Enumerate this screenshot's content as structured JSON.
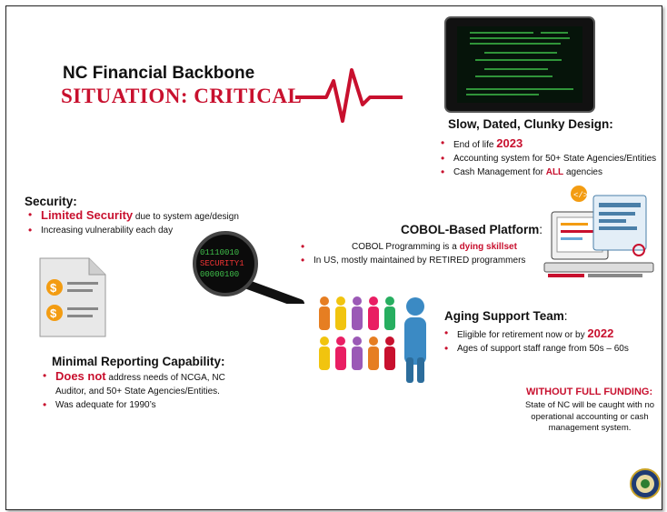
{
  "title": {
    "line1": "NC Financial Backbone",
    "line2": "SITUATION: CRITICAL"
  },
  "design": {
    "heading": "Slow, Dated, Clunky Design:",
    "bullets": [
      {
        "pre": "End of life ",
        "em": "2023",
        "post": ""
      },
      {
        "pre": "Accounting system for 50+ State Agencies/Entities",
        "em": "",
        "post": ""
      },
      {
        "pre": "Cash Management for ",
        "em": "ALL",
        "post": " agencies"
      }
    ]
  },
  "security": {
    "heading": "Security:",
    "bullets": [
      {
        "pre": "",
        "em": "Limited Security",
        "post": " due to system age/design"
      },
      {
        "pre": "Increasing vulnerability each day",
        "em": "",
        "post": ""
      }
    ],
    "lens_lines": [
      "01110010",
      "SECURITY1",
      "00000100"
    ]
  },
  "cobol": {
    "heading": "COBOL-Based Platform",
    "heading_suffix": ":",
    "bullets": [
      {
        "pre": "COBOL Programming is a ",
        "em": "dying skillset",
        "post": ""
      },
      {
        "pre": "In US, mostly maintained by RETIRED programmers",
        "em": "",
        "post": ""
      }
    ]
  },
  "aging": {
    "heading": "Aging Support Team",
    "heading_suffix": ":",
    "bullets": [
      {
        "pre": "Eligible for retirement now or by ",
        "em": "2022",
        "post": ""
      },
      {
        "pre": "Ages of support staff range from 50s – 60s",
        "em": "",
        "post": ""
      }
    ]
  },
  "reporting": {
    "heading": "Minimal Reporting Capability:",
    "bullets": [
      {
        "pre": "",
        "em": "Does not",
        "post": " address needs of NCGA, NC Auditor, and 50+ State Agencies/Entities."
      },
      {
        "pre": "Was adequate for 1990’s",
        "em": "",
        "post": ""
      }
    ]
  },
  "warning": {
    "heading": "WITHOUT FULL FUNDING:",
    "text": "State of NC will be caught with no operational accounting or cash management system."
  },
  "colors": {
    "accent": "#c8102e",
    "screen_text": "#3fbf4a"
  }
}
